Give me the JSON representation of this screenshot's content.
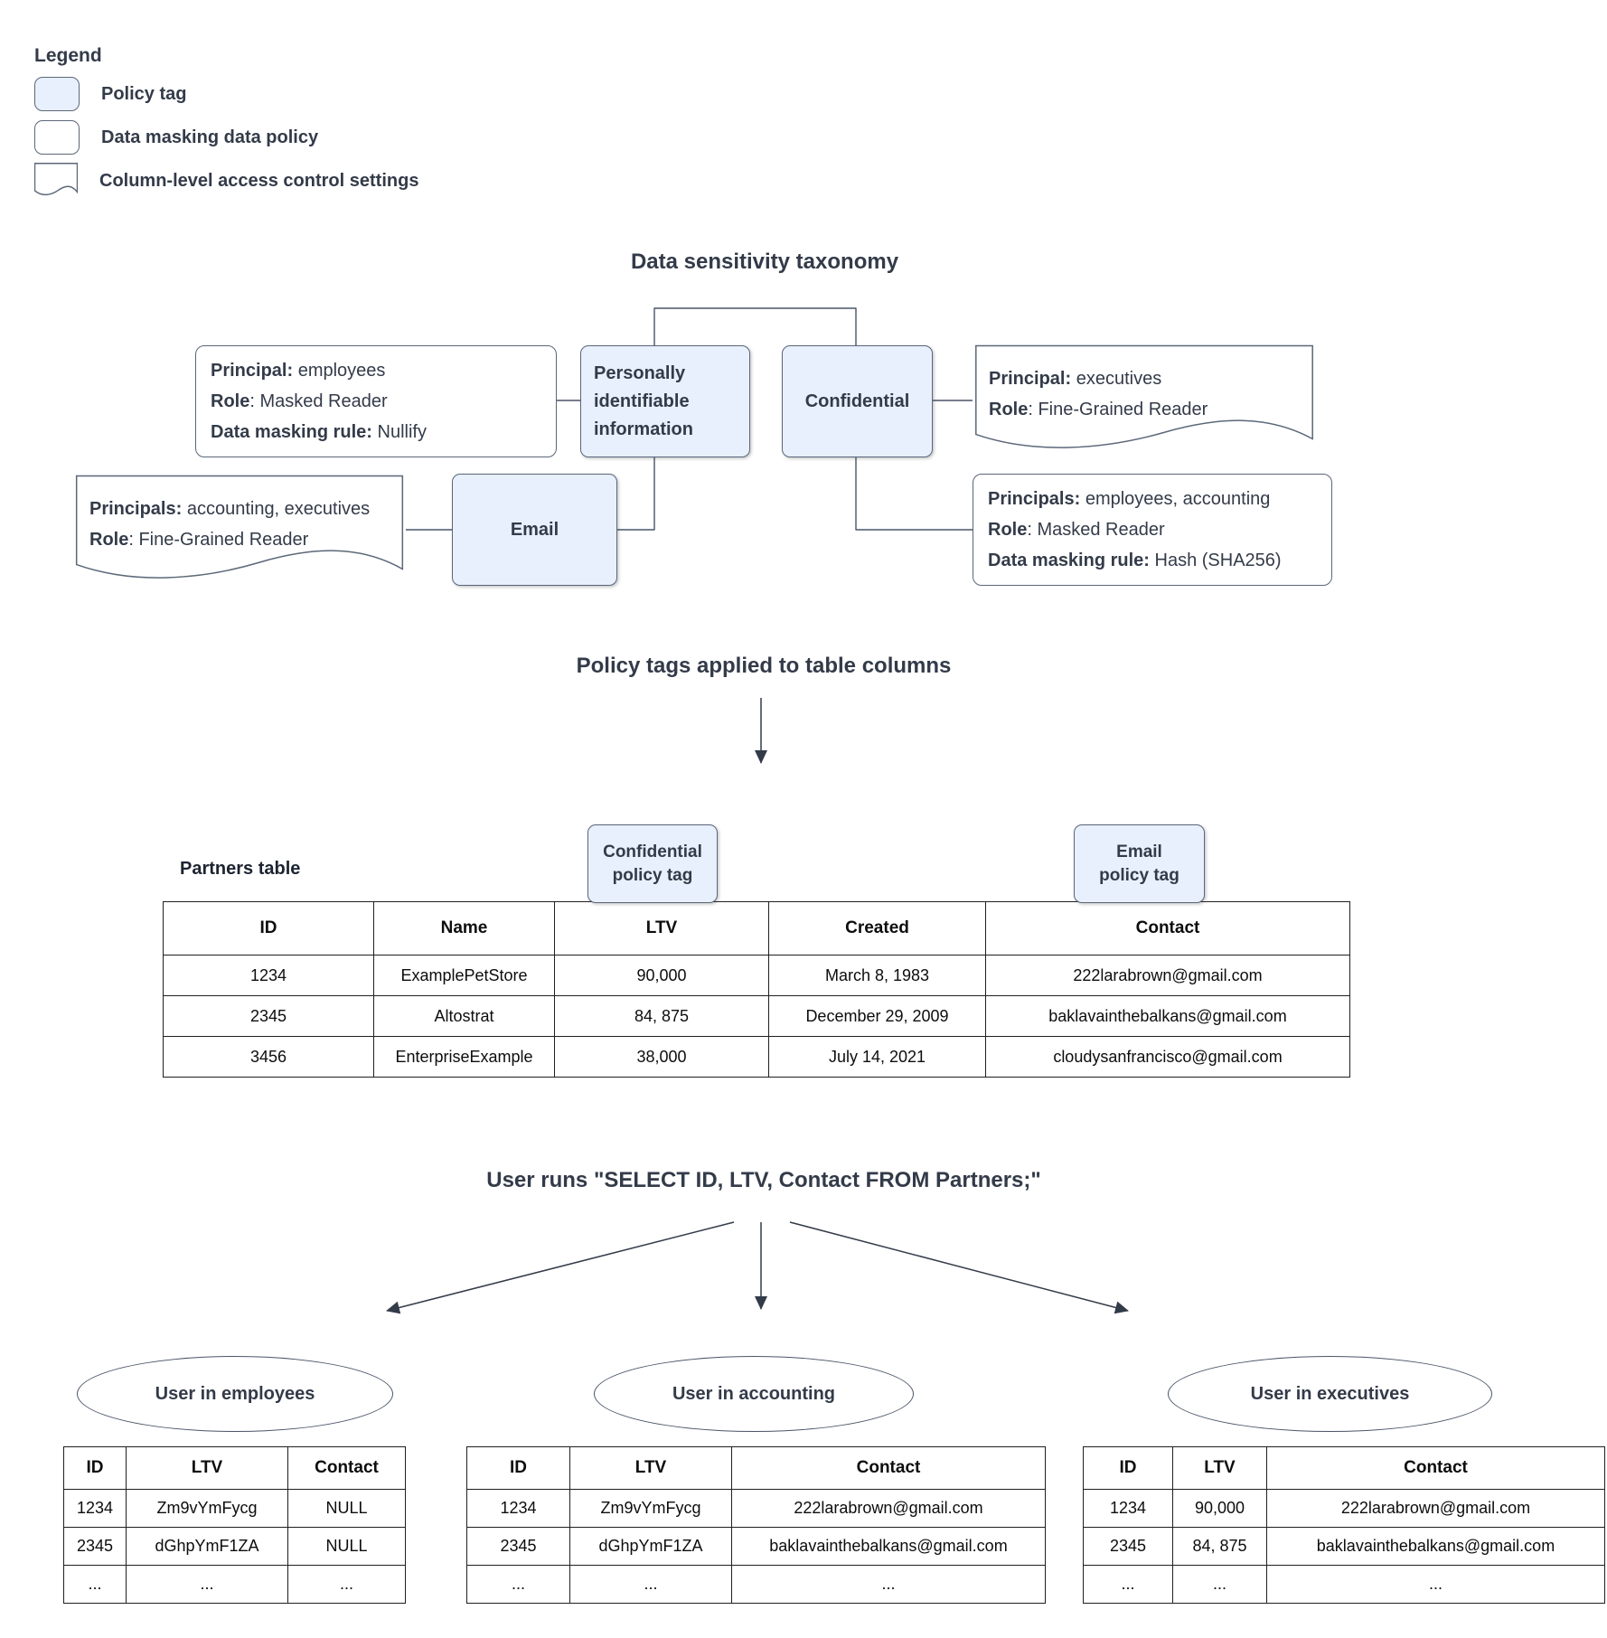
{
  "legend": {
    "title": "Legend",
    "items": [
      {
        "label": "Policy tag"
      },
      {
        "label": "Data masking data policy"
      },
      {
        "label": "Column-level access control settings"
      }
    ]
  },
  "colors": {
    "policy_tag_fill": "#e8f0fe",
    "shape_border": "#5b6779",
    "text": "#333b49"
  },
  "taxonomy": {
    "title": "Data sensitivity taxonomy",
    "tags": {
      "pii": "Personally identifiable information",
      "confidential": "Confidential",
      "email": "Email"
    },
    "policies": {
      "pii_masking": [
        [
          {
            "b": "Principal:"
          },
          {
            "t": " employees"
          }
        ],
        [
          {
            "b": "Role"
          },
          {
            "t": ": Masked Reader"
          }
        ],
        [
          {
            "b": "Data masking rule:"
          },
          {
            "t": " Nullify"
          }
        ]
      ],
      "email_access": [
        [
          {
            "b": "Principals:"
          },
          {
            "t": " accounting, executives"
          }
        ],
        [
          {
            "b": "Role"
          },
          {
            "t": ": Fine-Grained Reader"
          }
        ]
      ],
      "confidential_access": [
        [
          {
            "b": "Principal:"
          },
          {
            "t": " executives"
          }
        ],
        [
          {
            "b": "Role"
          },
          {
            "t": ": Fine-Grained Reader"
          }
        ]
      ],
      "confidential_masking": [
        [
          {
            "b": "Principals:"
          },
          {
            "t": " employees, accounting"
          }
        ],
        [
          {
            "b": "Role"
          },
          {
            "t": ": Masked Reader"
          }
        ],
        [
          {
            "b": "Data masking rule:"
          },
          {
            "t": " Hash (SHA256)"
          }
        ]
      ]
    }
  },
  "applied": {
    "title": "Policy tags applied to table columns",
    "table_label": "Partners table",
    "chips": {
      "confidential": [
        "Confidential",
        "policy tag"
      ],
      "email": [
        "Email",
        "policy tag"
      ]
    },
    "partners_table": {
      "headers": [
        "ID",
        "Name",
        "LTV",
        "Created",
        "Contact"
      ],
      "rows": [
        [
          "1234",
          "ExamplePetStore",
          "90,000",
          "March 8, 1983",
          "222larabrown@gmail.com"
        ],
        [
          "2345",
          "Altostrat",
          "84, 875",
          "December 29, 2009",
          "baklavainthebalkans@gmail.com"
        ],
        [
          "3456",
          "EnterpriseExample",
          "38,000",
          "July 14, 2021",
          "cloudysanfrancisco@gmail.com"
        ]
      ]
    }
  },
  "query": {
    "title": "User runs \"SELECT ID, LTV, Contact FROM Partners;\"",
    "results": [
      {
        "user": "User in employees",
        "table": {
          "headers": [
            "ID",
            "LTV",
            "Contact"
          ],
          "rows": [
            [
              "1234",
              "Zm9vYmFycg",
              "NULL"
            ],
            [
              "2345",
              "dGhpYmF1ZA",
              "NULL"
            ],
            [
              "...",
              "...",
              "..."
            ]
          ]
        }
      },
      {
        "user": "User in accounting",
        "table": {
          "headers": [
            "ID",
            "LTV",
            "Contact"
          ],
          "rows": [
            [
              "1234",
              "Zm9vYmFycg",
              "222larabrown@gmail.com"
            ],
            [
              "2345",
              "dGhpYmF1ZA",
              "baklavainthebalkans@gmail.com"
            ],
            [
              "...",
              "...",
              "..."
            ]
          ]
        }
      },
      {
        "user": "User in executives",
        "table": {
          "headers": [
            "ID",
            "LTV",
            "Contact"
          ],
          "rows": [
            [
              "1234",
              "90,000",
              "222larabrown@gmail.com"
            ],
            [
              "2345",
              "84, 875",
              "baklavainthebalkans@gmail.com"
            ],
            [
              "...",
              "...",
              "..."
            ]
          ]
        }
      }
    ]
  }
}
